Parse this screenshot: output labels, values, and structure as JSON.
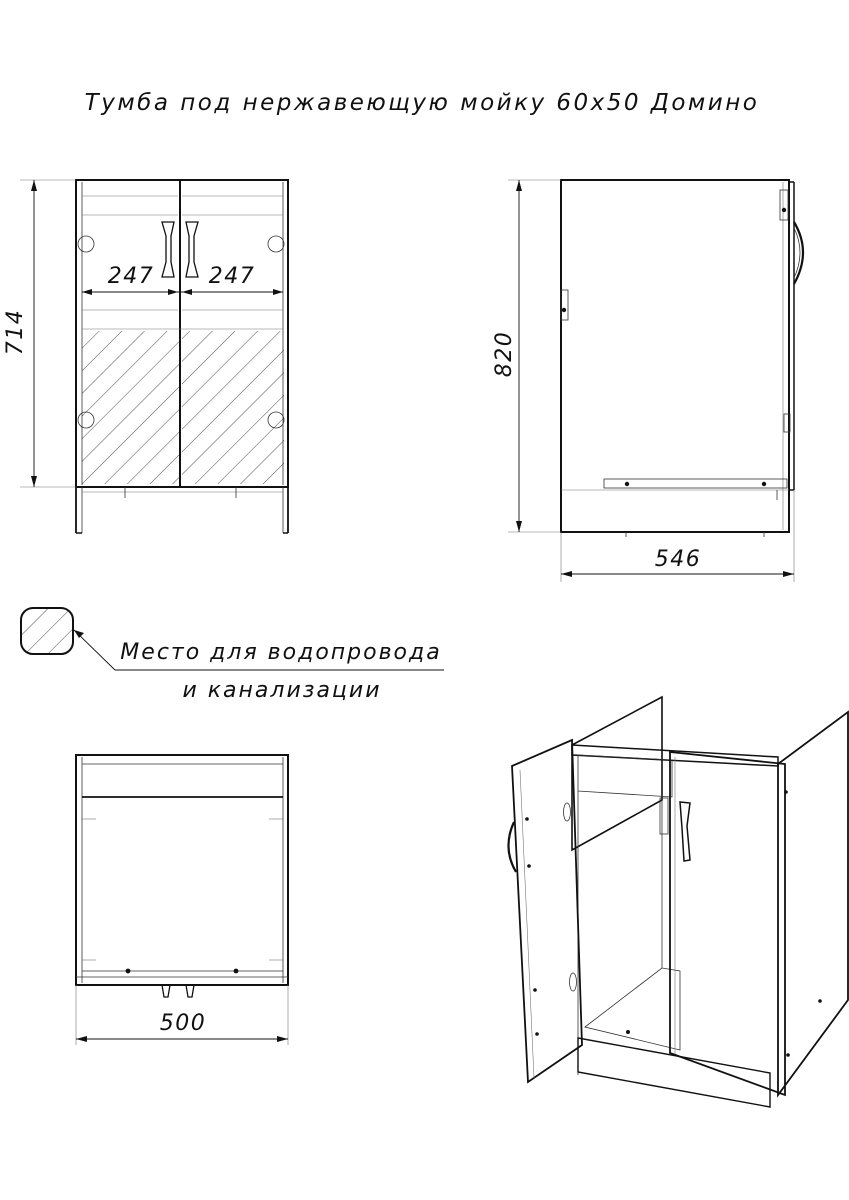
{
  "title": "Тумба под нержавеющую мойку 60х50 Домино",
  "dimensions": {
    "front_height": "714",
    "door_width_left": "247",
    "door_width_right": "247",
    "side_height": "820",
    "side_depth": "546",
    "top_width": "500"
  },
  "legend": {
    "line1": "Место для водопровода",
    "line2": "и канализации"
  }
}
